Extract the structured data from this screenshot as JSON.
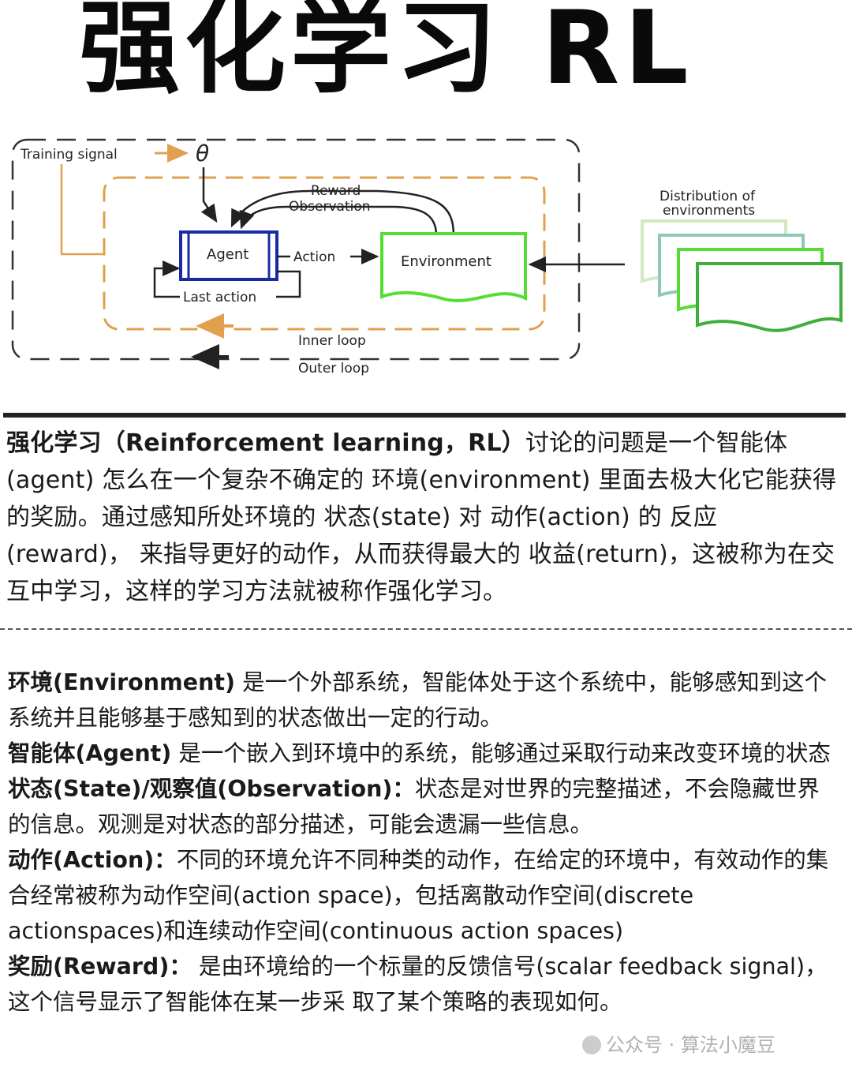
{
  "title": "强化学习 RL",
  "diagram": {
    "training_signal": "Training signal",
    "theta": "θ",
    "reward": "Reward",
    "observation": "Observation",
    "agent": "Agent",
    "action": "Action",
    "environment": "Environment",
    "last_action": "Last action",
    "distribution_line1": "Distribution of",
    "distribution_line2": "environments",
    "inner_loop": "Inner loop",
    "outer_loop": "Outer loop",
    "colors": {
      "inner_loop": "#e0a050",
      "agent": "#1a2aa0",
      "environment": "#55dd33"
    }
  },
  "intro": {
    "term": "强化学习（Reinforcement learning，RL）",
    "text": "讨论的问题是一个智能体(agent) 怎么在一个复杂不确定的 环境(environment) 里面去极大化它能获得的奖励。通过感知所处环境的 状态(state) 对 动作(action) 的 反应(reward)， 来指导更好的动作，从而获得最大的 收益(return)，这被称为在交互中学习，这样的学习方法就被称作强化学习。"
  },
  "definitions": [
    {
      "term": "环境(Environment)",
      "text": " 是一个外部系统，智能体处于这个系统中，能够感知到这个系统并且能够基于感知到的状态做出一定的行动。"
    },
    {
      "term": "智能体(Agent)",
      "text": " 是一个嵌入到环境中的系统，能够通过采取行动来改变环境的状态"
    },
    {
      "term": "状态(State)/观察值(Observation)：",
      "text": "状态是对世界的完整描述，不会隐藏世界的信息。观测是对状态的部分描述，可能会遗漏一些信息。"
    },
    {
      "term": "动作(Action)：",
      "text": "不同的环境允许不同种类的动作，在给定的环境中，有效动作的集合经常被称为动作空间(action space)，包括离散动作空间(discrete actionspaces)和连续动作空间(continuous action spaces)"
    },
    {
      "term": "奖励(Reward)：",
      "text": " 是由环境给的一个标量的反馈信号(scalar feedback signal)，这个信号显示了智能体在某一步采 取了某个策略的表现如何。"
    }
  ],
  "watermark": "公众号 · 算法小魔豆"
}
